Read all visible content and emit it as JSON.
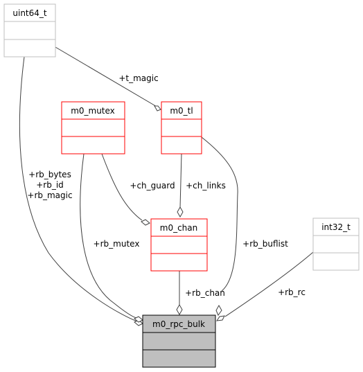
{
  "colors": {
    "external_border": "#bfbfbf",
    "struct_border": "#ff0000",
    "main_fill": "#bfbfbf",
    "main_border": "#000000",
    "edge": "#404040"
  },
  "nodes": {
    "uint64_t": {
      "label": "uint64_t"
    },
    "m0_mutex": {
      "label": "m0_mutex"
    },
    "m0_tl": {
      "label": "m0_tl"
    },
    "m0_chan": {
      "label": "m0_chan"
    },
    "int32_t": {
      "label": "int32_t"
    },
    "m0_rpc_bulk": {
      "label": "m0_rpc_bulk"
    }
  },
  "edges": {
    "t_magic": {
      "label": "+t_magic"
    },
    "rb_bytes": {
      "lines": [
        "+rb_bytes",
        "+rb_id",
        "+rb_magic"
      ]
    },
    "rb_mutex": {
      "label": "+rb_mutex"
    },
    "ch_guard": {
      "label": "+ch_guard"
    },
    "ch_links": {
      "label": "+ch_links"
    },
    "rb_buflist": {
      "label": "+rb_buflist"
    },
    "rb_chan": {
      "label": "+rb_chan"
    },
    "rb_rc": {
      "label": "+rb_rc"
    }
  }
}
